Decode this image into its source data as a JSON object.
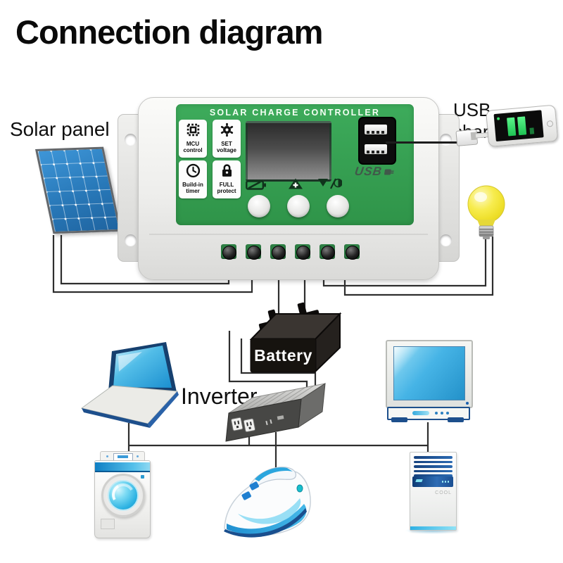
{
  "title": "Connection diagram",
  "annotations": {
    "solar_panel": "Solar panel",
    "usb_charging": "USB charging",
    "inverter": "Inverter",
    "battery": "Battery"
  },
  "controller": {
    "header": "SOLAR CHARGE CONTROLLER",
    "usb_label": "USB",
    "features": [
      {
        "icon": "chip-icon",
        "line1": "MCU",
        "line2": "control"
      },
      {
        "icon": "gear-icon",
        "line1": "SET",
        "line2": "voltage"
      },
      {
        "icon": "clock-icon",
        "line1": "Build-in",
        "line2": "timer"
      },
      {
        "icon": "lock-icon",
        "line1": "FULL",
        "line2": "protect"
      }
    ]
  },
  "ac_unit": {
    "display_label": "COOL"
  },
  "colors": {
    "controller_green": "#35a254",
    "solar_panel_blue": "#2878b8",
    "wire": "#2e2e2e",
    "bulb_yellow": "#f2e32c",
    "charge_green": "#35e05f",
    "device_blue": "#2aa3dc",
    "navy": "#1d4f8c"
  }
}
